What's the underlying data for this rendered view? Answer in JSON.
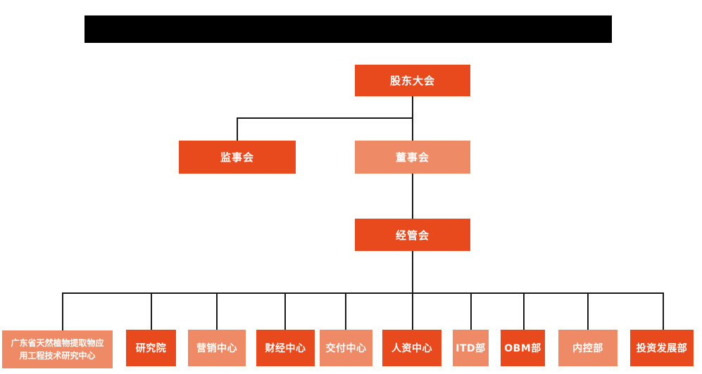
{
  "colors": {
    "node_dark_orange": "#E94A1D",
    "node_light_salmon": "#EE8B66",
    "connector_line": "#1A1A1A",
    "node_text": "#FFFFFF",
    "background": "#FFFFFF",
    "redaction_bar": "#000000"
  },
  "org_chart": {
    "type": "org-chart",
    "nodes": [
      {
        "id": "shareholders-meeting",
        "label": "股东大会",
        "variant": "dark",
        "level": 1,
        "parent": null
      },
      {
        "id": "supervisory-board",
        "label": "监事会",
        "variant": "dark",
        "level": 2,
        "parent": "股东大会"
      },
      {
        "id": "board-of-directors",
        "label": "董事会",
        "variant": "light",
        "level": 2,
        "parent": "股东大会"
      },
      {
        "id": "management-committee",
        "label": "经管会",
        "variant": "dark",
        "level": 3,
        "parent": "董事会"
      },
      {
        "id": "gd-plant-extract-center",
        "label": "广东省天然植物提取物应用工程技术研究中心",
        "label_lines": [
          "广东省天然植物提取物应",
          "用工程技术研究中心"
        ],
        "variant": "light",
        "level": 4,
        "parent": "经管会"
      },
      {
        "id": "research-institute",
        "label": "研究院",
        "variant": "dark",
        "level": 4,
        "parent": "经管会"
      },
      {
        "id": "marketing-center",
        "label": "营销中心",
        "variant": "light",
        "level": 4,
        "parent": "经管会"
      },
      {
        "id": "finance-center",
        "label": "财经中心",
        "variant": "dark",
        "level": 4,
        "parent": "经管会"
      },
      {
        "id": "delivery-center",
        "label": "交付中心",
        "variant": "light",
        "level": 4,
        "parent": "经管会"
      },
      {
        "id": "hr-center",
        "label": "人资中心",
        "variant": "dark",
        "level": 4,
        "parent": "经管会"
      },
      {
        "id": "itd-dept",
        "label": "ITD部",
        "variant": "light",
        "level": 4,
        "parent": "经管会"
      },
      {
        "id": "obm-dept",
        "label": "OBM部",
        "variant": "dark",
        "level": 4,
        "parent": "经管会"
      },
      {
        "id": "internal-control-dept",
        "label": "内控部",
        "variant": "light",
        "level": 4,
        "parent": "经管会"
      },
      {
        "id": "investment-dev-dept",
        "label": "投资发展部",
        "variant": "dark",
        "level": 4,
        "parent": "经管会"
      }
    ]
  }
}
